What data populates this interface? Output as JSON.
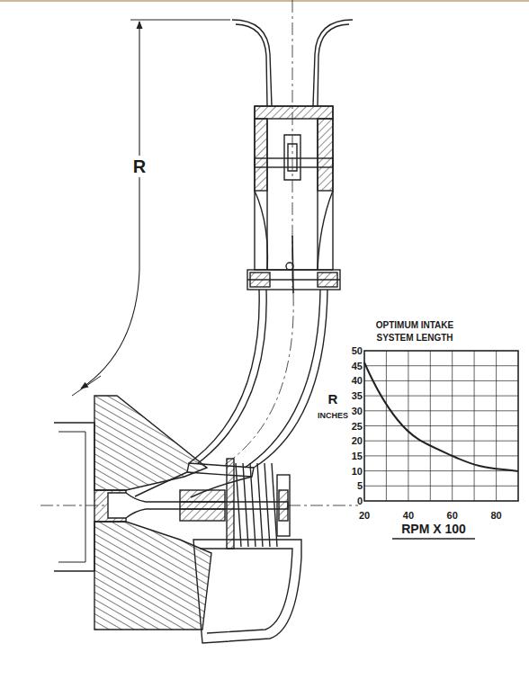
{
  "diagram": {
    "labels": [
      "R",
      "OPTIMUM INTAKE SYSTEM LENGTH",
      "R",
      "INCHES",
      "50",
      "45",
      "40",
      "35",
      "30",
      "25",
      "20",
      "15",
      "10",
      "5",
      "0",
      "20",
      "40",
      "60",
      "80",
      "RPM X 100"
    ]
  }
}
